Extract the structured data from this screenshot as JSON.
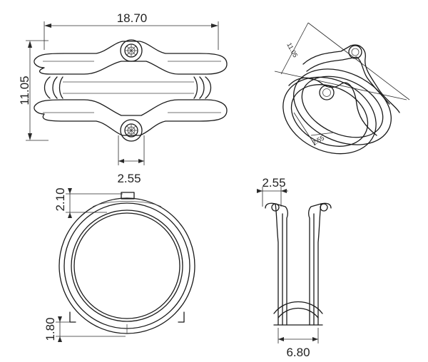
{
  "dimensions": {
    "front_width": "18.70",
    "front_height": "11.05",
    "front_stone_width": "2.55",
    "side_top": "2.10",
    "side_bottom": "1.80",
    "end_top": "2.55",
    "end_bottom": "6.80",
    "iso_height": "11.05",
    "iso_band": "2.55"
  }
}
